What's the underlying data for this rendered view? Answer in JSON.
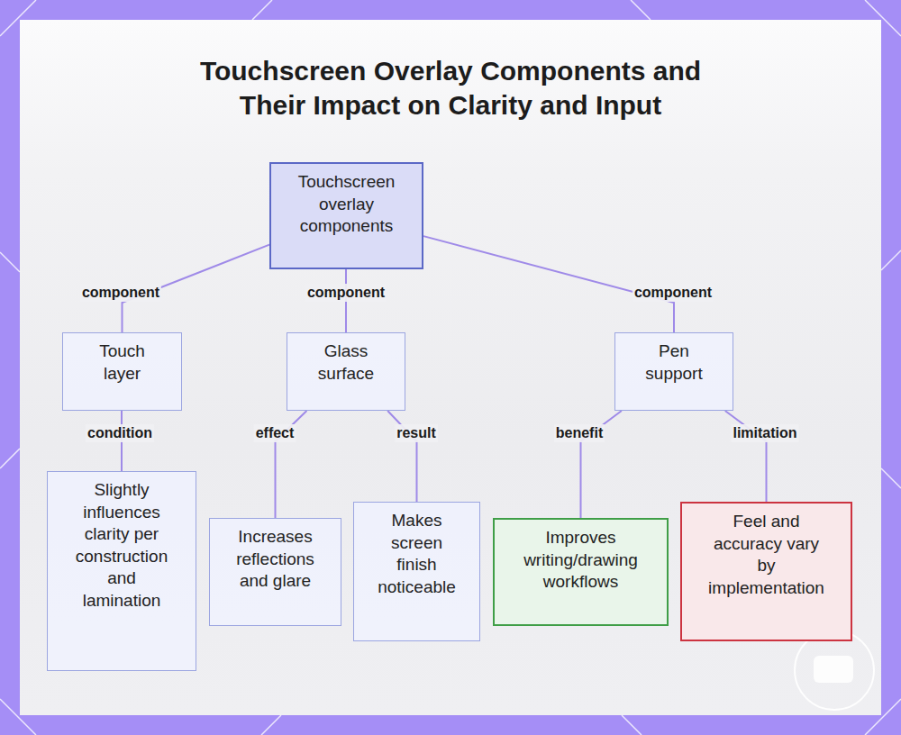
{
  "diagram": {
    "title": "Touchscreen Overlay Components and Their Impact on Clarity and Input",
    "nodes": [
      {
        "text": [
          "Touchscreen overlay components"
        ]
      },
      {
        "text": [
          "Touch layer"
        ]
      },
      {
        "text": [
          "Glass surface"
        ]
      },
      {
        "text": [
          "Pen support"
        ]
      },
      {
        "text": [
          "Slightly influences clarity per construction and lamination"
        ]
      },
      {
        "text": [
          "Increases reflections and glare"
        ]
      },
      {
        "text": [
          "Makes screen finish noticeable"
        ]
      },
      {
        "text": [
          "Improves writing/drawing workflows"
        ]
      },
      {
        "text": [
          "Feel and accuracy vary by implementation"
        ]
      }
    ],
    "edges": [
      {
        "from": 0,
        "to": 1,
        "label": "component",
        "arrow": "none"
      },
      {
        "from": 0,
        "to": 2,
        "label": "component",
        "arrow": "none"
      },
      {
        "from": 0,
        "to": 3,
        "label": "component",
        "arrow": "none"
      },
      {
        "from": 1,
        "to": 4,
        "label": "condition",
        "arrow": "none"
      },
      {
        "from": 2,
        "to": 5,
        "label": "effect",
        "arrow": "none"
      },
      {
        "from": 2,
        "to": 6,
        "label": "result",
        "arrow": "none"
      },
      {
        "from": 3,
        "to": 7,
        "label": "benefit",
        "arrow": "none"
      },
      {
        "from": 3,
        "to": 8,
        "label": "limitation",
        "arrow": "none"
      }
    ]
  }
}
